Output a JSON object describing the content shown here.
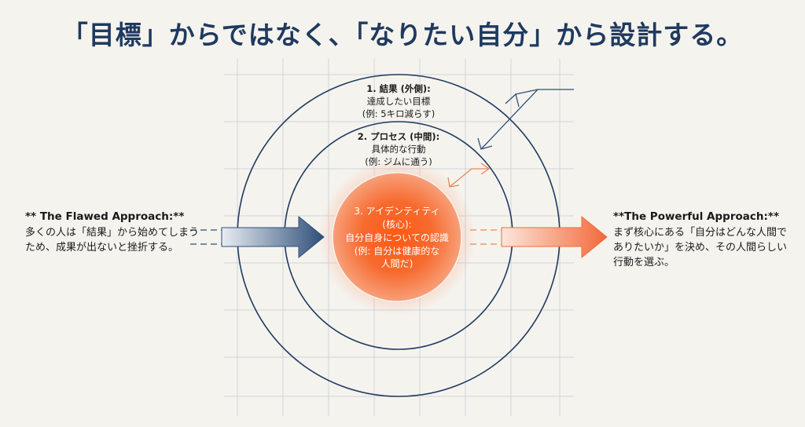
{
  "header": {
    "title": "「目標」からではなく、「なりたい自分」から設計する。"
  },
  "rings": {
    "outer": {
      "heading": "1. 結果 (外側):",
      "desc": "達成したい目標",
      "example": "(例: 5キロ減らす)"
    },
    "middle": {
      "heading": "2. プロセス (中間):",
      "desc": "具体的な行動",
      "example": "(例: ジムに通う)"
    },
    "core": {
      "heading": "3. アイデンティティ",
      "sub": "(核心):",
      "desc": "自分自身についての認識",
      "example1": "(例: 自分は健康的な",
      "example2": "人間だ)"
    }
  },
  "left": {
    "title": "** The Flawed Approach:**",
    "body": "多くの人は「結果」から始めてしまうため、成果が出ないと挫折する。"
  },
  "right": {
    "title": "**The Powerful Approach:**",
    "body": "まず核心にある「自分はどんな人間でありたいか」を決め、その人間らしい行動を選ぶ。"
  },
  "colors": {
    "navy": "#1f3a5f",
    "orange": "#f2693a",
    "grid": "#cfd4dc",
    "background": "#f5f3ee"
  }
}
